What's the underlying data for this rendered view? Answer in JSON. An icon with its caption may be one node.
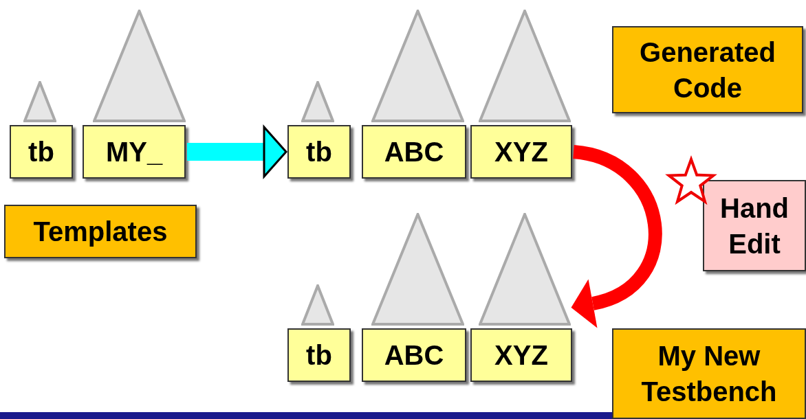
{
  "diagram": {
    "nodes": [
      {
        "text": [],
        "shape": "triangle"
      },
      {
        "text": [],
        "shape": "triangle"
      },
      {
        "text": [
          "tb"
        ]
      },
      {
        "text": [
          "MY_"
        ]
      },
      {
        "text": [
          "Templates"
        ]
      },
      {
        "text": [],
        "shape": "triangle"
      },
      {
        "text": [],
        "shape": "triangle"
      },
      {
        "text": [],
        "shape": "triangle"
      },
      {
        "text": [
          "tb"
        ]
      },
      {
        "text": [
          "ABC"
        ]
      },
      {
        "text": [
          "XYZ"
        ]
      },
      {
        "text": [
          "Generated Code"
        ]
      },
      {
        "text": [
          "Hand Edit"
        ]
      },
      {
        "text": [],
        "shape": "triangle"
      },
      {
        "text": [],
        "shape": "triangle"
      },
      {
        "text": [],
        "shape": "triangle"
      },
      {
        "text": [
          "tb"
        ]
      },
      {
        "text": [
          "ABC"
        ]
      },
      {
        "text": [
          "XYZ"
        ]
      },
      {
        "text": [
          "My New Testbench"
        ]
      }
    ],
    "edges": [
      {
        "from": 3,
        "to": 8,
        "arrow": "to",
        "color": "#00ffff"
      },
      {
        "from": 10,
        "to": 18,
        "arrow": "to",
        "color": "#ff0000"
      }
    ]
  }
}
